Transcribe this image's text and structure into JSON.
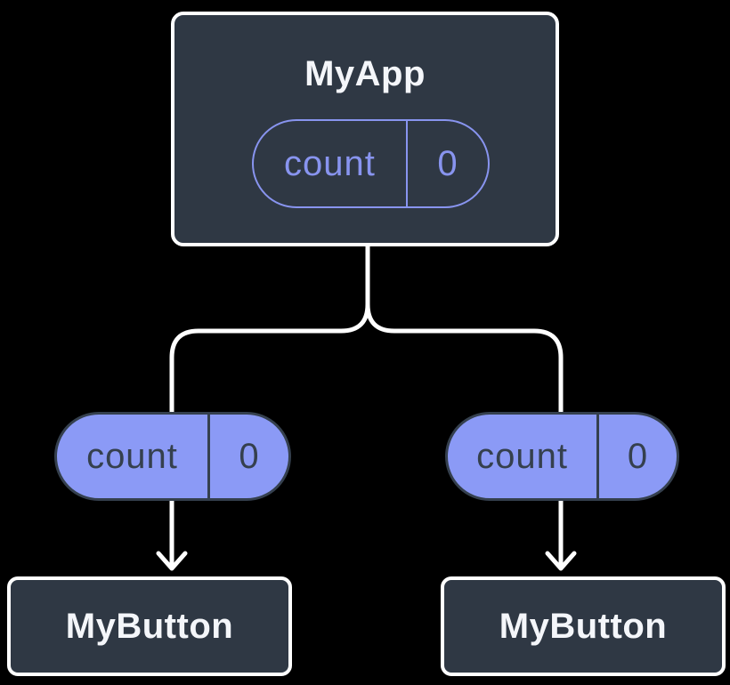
{
  "colors": {
    "background": "#000000",
    "component_box_fill": "#2f3844",
    "component_box_border": "#ffffff",
    "component_title_text": "#f4f6fa",
    "state_pill_outline_purple": "#8894ef",
    "prop_pill_fill_purple": "#8b9af6",
    "prop_pill_dark_text": "#35404e",
    "connector_white": "#ffffff"
  },
  "diagram": {
    "root": {
      "title": "MyApp",
      "state": {
        "name": "count",
        "value": "0"
      }
    },
    "children": [
      {
        "prop": {
          "name": "count",
          "value": "0"
        },
        "title": "MyButton"
      },
      {
        "prop": {
          "name": "count",
          "value": "0"
        },
        "title": "MyButton"
      }
    ]
  }
}
